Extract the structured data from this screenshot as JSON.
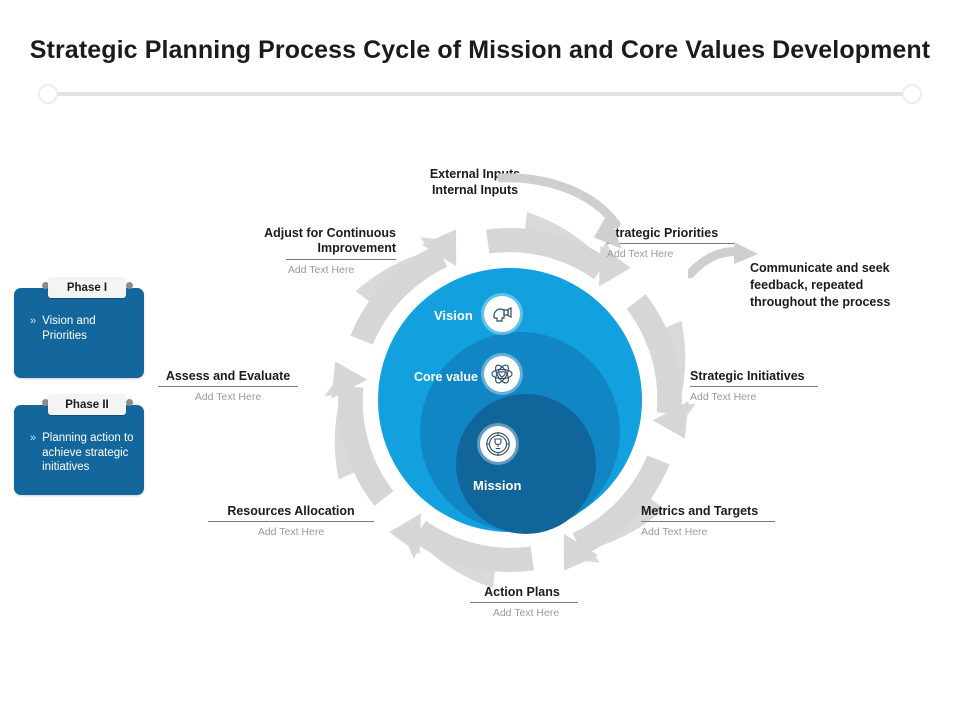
{
  "header": {
    "title": "Strategic Planning Process Cycle of Mission and Core Values Development"
  },
  "phases": [
    {
      "tab": "Phase I",
      "bullet": "»",
      "text": "Vision and Priorities"
    },
    {
      "tab": "Phase II",
      "bullet": "»",
      "text": "Planning action to achieve strategic initiatives"
    }
  ],
  "core": {
    "vision_label": "Vision",
    "core_value_label": "Core value",
    "mission_label": "Mission",
    "vision_icon": "head-megaphone-icon",
    "core_value_icon": "atom-heart-icon",
    "mission_icon": "trophy-target-icon",
    "colors": {
      "outer": "#12a0de",
      "middle": "#1186c4",
      "inner": "#10659b",
      "ring_arrow": "#d8d8d8"
    }
  },
  "callouts": [
    {
      "id": "priorities",
      "title": "Strategic Priorities",
      "sub": "Add Text Here"
    },
    {
      "id": "initiatives",
      "title": "Strategic Initiatives",
      "sub": "Add Text Here"
    },
    {
      "id": "metrics",
      "title": "Metrics and Targets",
      "sub": "Add Text Here"
    },
    {
      "id": "action",
      "title": "Action Plans",
      "sub": "Add Text Here"
    },
    {
      "id": "resources",
      "title": "Resources Allocation",
      "sub": "Add Text Here"
    },
    {
      "id": "assess",
      "title": "Assess and Evaluate",
      "sub": "Add Text Here"
    },
    {
      "id": "adjust",
      "title": "Adjust for Continuous Improvement",
      "sub": "Add Text Here"
    }
  ],
  "annotations": {
    "inputs": "External Inputs\nInternal Inputs",
    "inputs_line1": "External Inputs",
    "inputs_line2": "Internal Inputs",
    "communicate": "Communicate and seek feedback, repeated throughout the process"
  }
}
